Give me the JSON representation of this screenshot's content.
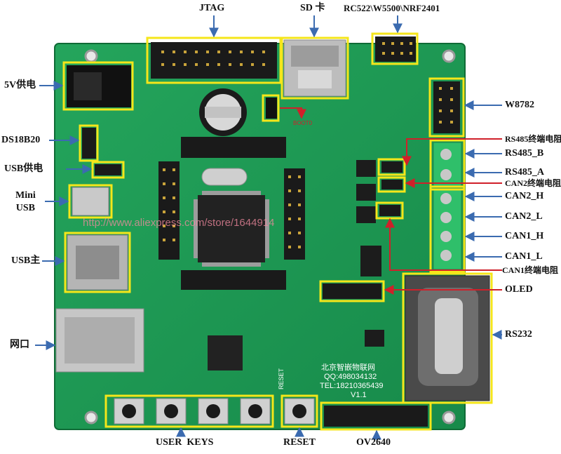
{
  "labels": {
    "jtag": "JTAG",
    "sd": "SD 卡",
    "rc522": "RC522\\W5500\\NRF2401",
    "power5v": "5V供电",
    "ds18b20": "DS18B20",
    "usb_power": "USB供电",
    "mini_usb": "Mini\nUSB",
    "usb_host": "USB主",
    "ethernet": "网口",
    "user_keys": "USER  KEYS",
    "reset": "RESET",
    "ov2640": "OV2640",
    "w8782": "W8782",
    "rs485_term": "RS485终端电阻",
    "rs485_b": "RS485_B",
    "rs485_a": "RS485_A",
    "can2_term": "CAN2终端电阻",
    "can2_h": "CAN2_H",
    "can2_l": "CAN2_L",
    "can1_h": "CAN1_H",
    "can1_l": "CAN1_L",
    "can1_term": "CAN1终端电阻",
    "oled": "OLED",
    "rs232": "RS232"
  },
  "board_text": {
    "watermark": "http://www.aliexpress.com/store/1644914",
    "maker": "北京智嵌物联网",
    "qq": "QQ:498034132",
    "tel": "TEL:18210365439",
    "version": "V1.1",
    "boot": "BOOT0",
    "reset_silk": "RESET"
  },
  "colors": {
    "pcb": "#1f9a55",
    "pcb_dark": "#137a3f",
    "highlight": "#f5e61a",
    "arrow_blue": "#3b6bb0",
    "arrow_red": "#d0202a",
    "terminal": "#2fbf6a"
  }
}
